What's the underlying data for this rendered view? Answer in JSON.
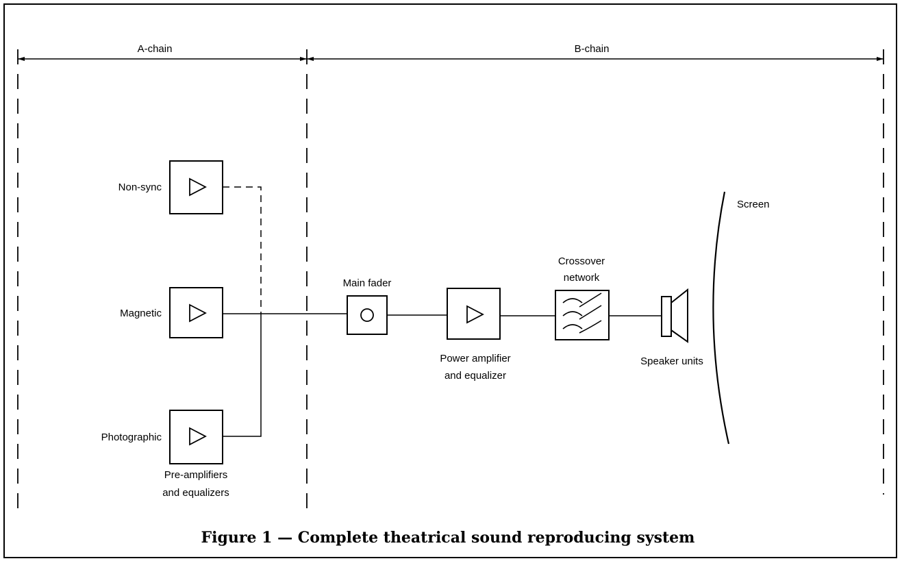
{
  "figure": {
    "caption": "Figure 1 — Complete theatrical sound reproducing system"
  },
  "chains": {
    "a": "A-chain",
    "b": "B-chain"
  },
  "inputs": {
    "nonsync": "Non-sync",
    "magnetic": "Magnetic",
    "photographic": "Photographic"
  },
  "preamp_label": [
    "Pre-amplifiers",
    "and equalizers"
  ],
  "main_fader": "Main fader",
  "power_amp_label": [
    "Power amplifier",
    "and equalizer"
  ],
  "crossover_label": [
    "Crossover",
    "network"
  ],
  "speaker_label": "Speaker units",
  "screen_label": "Screen"
}
